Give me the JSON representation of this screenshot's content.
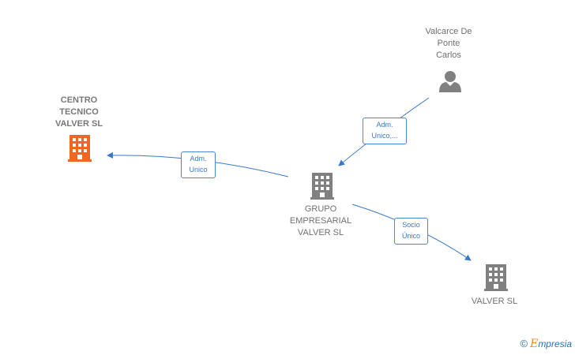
{
  "nodes": {
    "centro": {
      "label": "CENTRO\nTECNICO\nVALVER  SL",
      "icon": "building-icon",
      "color": "#f26522"
    },
    "grupo": {
      "label": "GRUPO\nEMPRESARIAL\nVALVER  SL",
      "icon": "building-icon",
      "color": "#808080"
    },
    "valver": {
      "label": "VALVER  SL",
      "icon": "building-icon",
      "color": "#808080"
    },
    "person": {
      "label": "Valcarce De\nPonte\nCarlos",
      "icon": "person-icon",
      "color": "#808080"
    }
  },
  "edges": {
    "person_to_grupo": {
      "label": "Adm.\nUnico,..."
    },
    "grupo_to_centro": {
      "label": "Adm.\nUnico"
    },
    "grupo_to_valver": {
      "label": "Socio\nÚnico"
    }
  },
  "colors": {
    "edge": "#3b78c8",
    "edge_label_border": "#4a86d4"
  },
  "brand": {
    "copyright": "©",
    "e": "E",
    "rest": "mpresia"
  }
}
